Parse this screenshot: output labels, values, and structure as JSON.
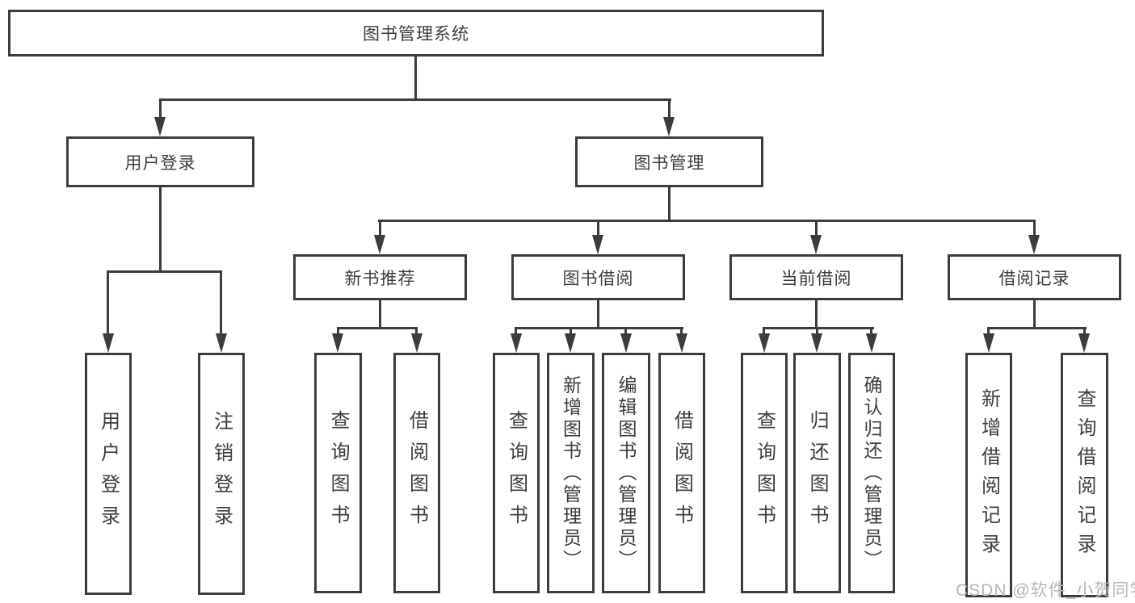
{
  "diagram": {
    "title": "图书管理系统",
    "root": {
      "label": "图书管理系统"
    },
    "level2": [
      {
        "label": "用户登录"
      },
      {
        "label": "图书管理"
      }
    ],
    "level3": [
      {
        "label": "新书推荐"
      },
      {
        "label": "图书借阅"
      },
      {
        "label": "当前借阅"
      },
      {
        "label": "借阅记录"
      }
    ],
    "leaves": {
      "login": [
        "用户登录",
        "注销登录"
      ],
      "newbook": [
        "查询图书",
        "借阅图书"
      ],
      "borrow": [
        "查询图书",
        "新增图书（管理员）",
        "编辑图书（管理员）",
        "借阅图书"
      ],
      "current": [
        "查询图书",
        "归还图书",
        "确认归还（管理员）"
      ],
      "records": [
        "新增借阅记录",
        "查询借阅记录"
      ]
    }
  },
  "watermark": {
    "text": "CSDN @软件_小贺同学"
  },
  "colors": {
    "line": "#3c3c3c",
    "text": "#3d3d3d",
    "background": "#ffffff",
    "watermark": "#b6b6b6"
  }
}
